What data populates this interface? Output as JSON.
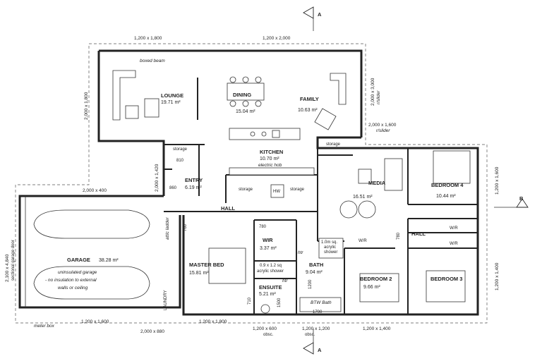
{
  "rooms": {
    "lounge": {
      "name": "LOUNGE",
      "area": "19.71 m²"
    },
    "dining": {
      "name": "DINING",
      "area": "15.04 m²"
    },
    "family": {
      "name": "FAMILY",
      "area": "10.63 m²"
    },
    "kitchen": {
      "name": "KITCHEN",
      "area": "10.70 m²"
    },
    "entry": {
      "name": "ENTRY",
      "area": "6.19 m²"
    },
    "media": {
      "name": "MEDIA",
      "area": "16.51 m²"
    },
    "bedroom4": {
      "name": "BEDROOM 4",
      "area": "10.44 m²"
    },
    "garage": {
      "name": "GARAGE",
      "area": "38.28 m²"
    },
    "master_bed": {
      "name": "MASTER BED",
      "area": "15.81 m²"
    },
    "wir": {
      "name": "WIR",
      "area": "3.37 m²"
    },
    "ensuite": {
      "name": "ENSUITE",
      "area": "5.21 m²"
    },
    "bath": {
      "name": "BATH",
      "area": "9.04 m²"
    },
    "bedroom2": {
      "name": "BEDROOM 2",
      "area": "9.66 m²"
    },
    "bedroom3": {
      "name": "BEDROOM 3",
      "area": ""
    }
  },
  "labels": {
    "boxed_beam": "boxed beam",
    "storage": "storage",
    "electric_hob": "electric hob",
    "hw": "HW",
    "hall": "HALL",
    "wr": "W/R",
    "laundry": "LAUNDRY",
    "attic_ladder": "attic ladder",
    "garage_note_1": "uninsulated garage",
    "garage_note_2": "- no insulation to external",
    "garage_note_3": "walls or ceiling",
    "sectional_door": "sectional garage door",
    "meter_box": "meter box",
    "shower_ensuite_1": "0.9 x 1.2 sq",
    "shower_ensuite_2": "acrylic shower",
    "shower_bath_1": "1.0m sq.",
    "shower_bath_2": "acrylic",
    "shower_bath_3": "shower",
    "btw_bath": "BTW Bath",
    "htr": "htr",
    "rslider": "r/slider",
    "obsc": "obsc.",
    "section_a": "A",
    "section_b": "B"
  },
  "dims": {
    "d1": "1,200 x 1,800",
    "d2": "1,200 x 2,000",
    "d3": "2,000 x 1,800",
    "d4": "2,000 x 3,000",
    "d5": "2,000 x 1,600",
    "d6": "2,000 x 400",
    "d7": "2,000 x 1,420",
    "d8": "2,100 x 4,840",
    "d9": "1,200 x 1,600",
    "d10": "2,000 x 880",
    "d11": "1,200 x 1,800",
    "d12": "1,200 x 600",
    "d13": "1,200 x 1,200",
    "d14": "1,200 x 1,400",
    "d15": "1,200 x 1,600",
    "d16": "1,200 x 1,400",
    "n1700": "1700",
    "n1200": "1200",
    "n1500": "1500",
    "n860": "860",
    "n810": "810",
    "n780": "780",
    "n710": "710",
    "n760": "760"
  }
}
